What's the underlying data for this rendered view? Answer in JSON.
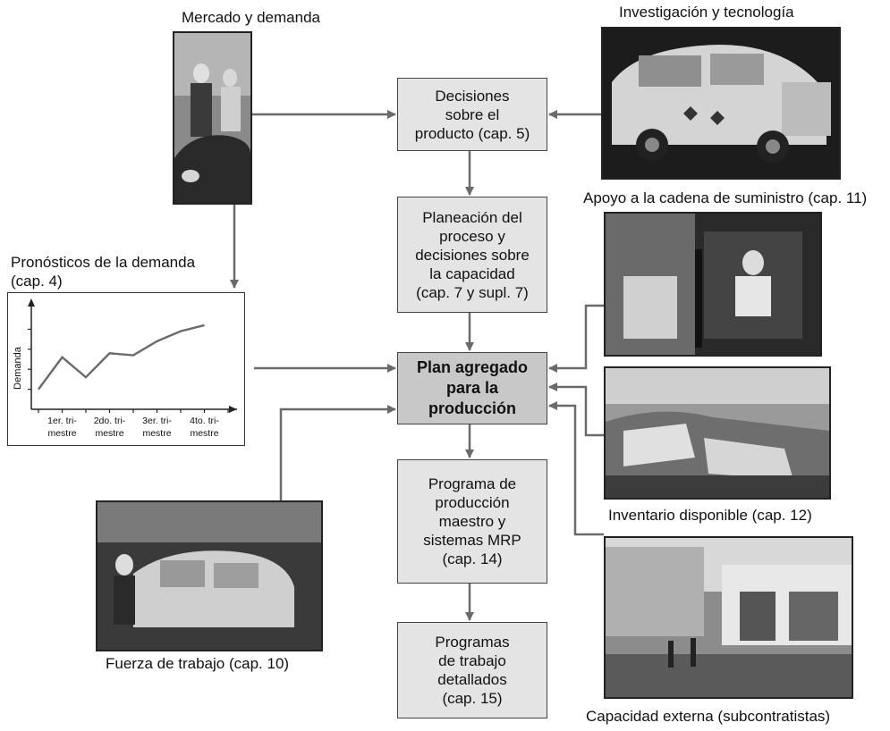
{
  "captions": {
    "market": "Mercado y demanda",
    "research": "Investigación y tecnología",
    "supply": "Apoyo a la cadena de suministro (cap. 11)",
    "forecast": "Pronósticos de la demanda\n(cap. 4)",
    "inventory": "Inventario disponible (cap. 12)",
    "workforce": "Fuerza de trabajo (cap. 10)",
    "external": "Capacidad externa (subcontratistas)"
  },
  "boxes": {
    "product": "Decisiones\nsobre el\nproducto (cap. 5)",
    "process": "Planeación del\nproceso y\ndecisiones sobre\nla capacidad\n(cap. 7 y supl. 7)",
    "aggregate": "Plan agregado\npara la\nproducción",
    "master": "Programa de\nproducción\nmaestro y\nsistemas MRP\n(cap. 14)",
    "detailed": "Programas\nde trabajo\ndetallados\n(cap. 15)"
  },
  "chart_data": {
    "type": "line",
    "ylabel": "Demanda",
    "categories": [
      "1er. tri-\nmestre",
      "2do. tri-\nmestre",
      "3er. tri-\nmestre",
      "4to. tri-\nmestre"
    ],
    "x": [
      0,
      0.5,
      1,
      1.5,
      2,
      2.5,
      3,
      3.5
    ],
    "values": [
      1.0,
      2.6,
      1.6,
      2.8,
      2.7,
      3.4,
      3.9,
      4.2
    ],
    "ylim": [
      0,
      5
    ],
    "grid": false,
    "line_color": "#6a6a6a"
  },
  "colors": {
    "line": "#6a6a6a",
    "box": "#e4e4e4",
    "box_main": "#c8c8c8"
  }
}
